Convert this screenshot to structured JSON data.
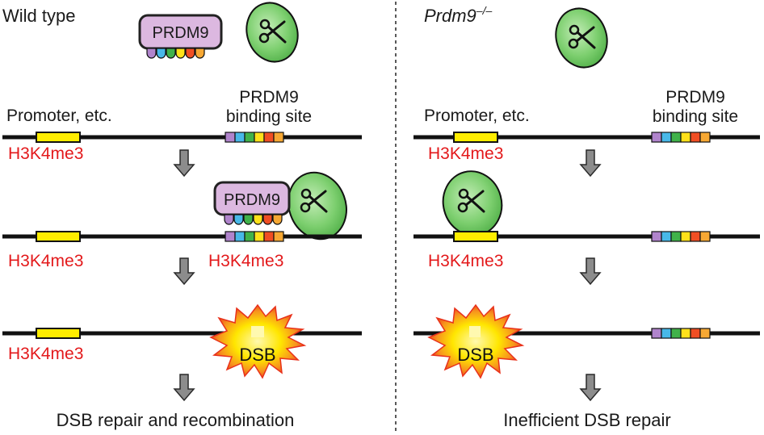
{
  "left_panel": {
    "title": "Wild type",
    "prdm9_label": "PRDM9",
    "promoter_label": "Promoter, etc.",
    "binding_site_label_line1": "PRDM9",
    "binding_site_label_line2": "binding site",
    "h3k4me3_label": "H3K4me3",
    "dsb_label": "DSB",
    "outcome": "DSB repair and recombination"
  },
  "right_panel": {
    "title_main": "Prdm9",
    "title_sup": "–/–",
    "promoter_label": "Promoter, etc.",
    "binding_site_label_line1": "PRDM9",
    "binding_site_label_line2": "binding site",
    "h3k4me3_label": "H3K4me3",
    "dsb_label": "DSB",
    "outcome": "Inefficient DSB repair"
  },
  "colors": {
    "h3k4me3_text": "#e3191b",
    "prdm9_fill": "#dcb8e0",
    "spo11_fill": "#7dcf6f",
    "promoter_fill": "#ffed00",
    "zinc_finger_colors": [
      "#b084cc",
      "#48b8e8",
      "#40b24a",
      "#ffe11a",
      "#f04e23",
      "#f7a833"
    ]
  },
  "icons": [
    "scissors-icon",
    "dsb-burst-icon",
    "down-arrow-icon"
  ]
}
